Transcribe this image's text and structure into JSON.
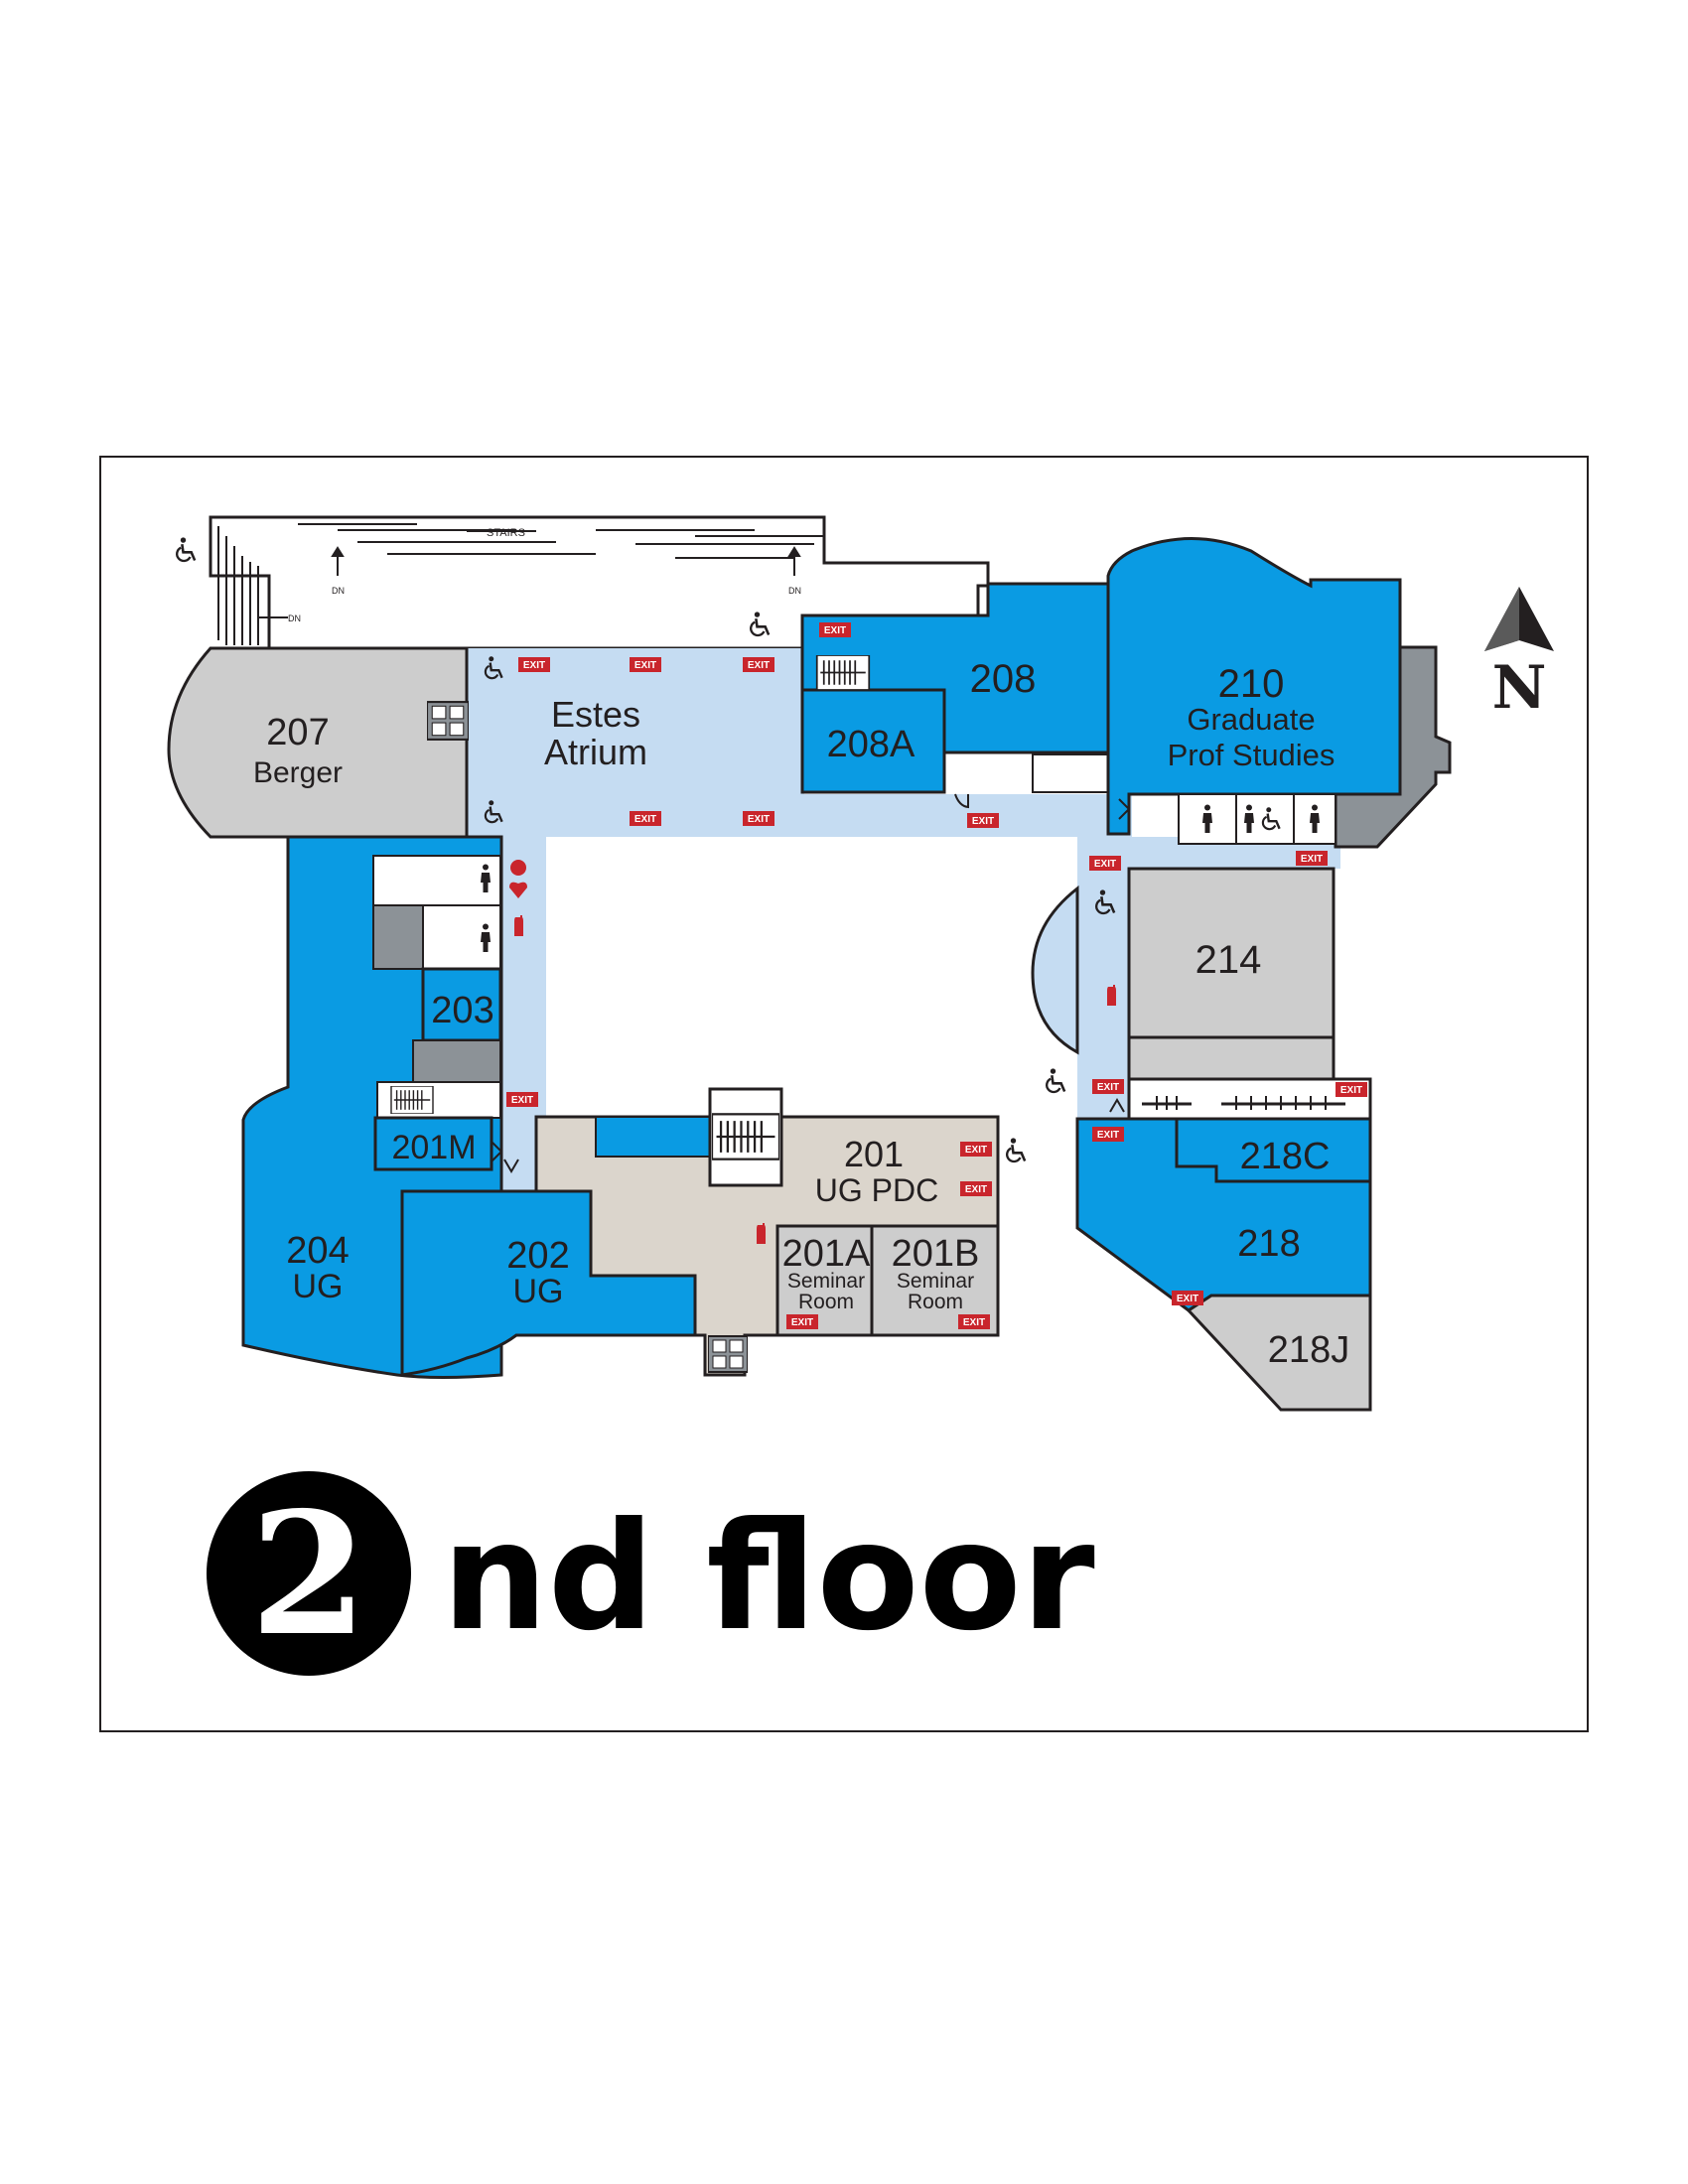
{
  "map": {
    "rooms": {
      "r207": {
        "number": "207",
        "name": "Berger"
      },
      "atrium": {
        "line1": "Estes",
        "line2": "Atrium"
      },
      "r208": {
        "number": "208"
      },
      "r208a": {
        "number": "208A"
      },
      "r210": {
        "number": "210",
        "line2": "Graduate",
        "line3": "Prof Studies"
      },
      "r214": {
        "number": "214"
      },
      "r203": {
        "number": "203"
      },
      "r201m": {
        "number": "201M"
      },
      "r204": {
        "number": "204",
        "name": "UG"
      },
      "r202": {
        "number": "202",
        "name": "UG"
      },
      "r201": {
        "number": "201",
        "name": "UG PDC"
      },
      "r201a": {
        "number": "201A",
        "line2": "Seminar",
        "line3": "Room"
      },
      "r201b": {
        "number": "201B",
        "line2": "Seminar",
        "line3": "Room"
      },
      "r218c": {
        "number": "218C"
      },
      "r218": {
        "number": "218"
      },
      "r218j": {
        "number": "218J"
      }
    },
    "stairs_label": "STAIRS",
    "down_label": "DN",
    "exit_label": "EXIT",
    "compass_letter": "N",
    "floor_number": "2",
    "floor_text": "nd floor",
    "icons": [
      "wheelchair-icon",
      "elevator-icon",
      "restroom-icon",
      "exit-sign",
      "fire-extinguisher-icon",
      "aed-icon",
      "stairs-icon",
      "north-arrow-icon"
    ],
    "colors": {
      "room_blue": "#0a9be3",
      "corridor_blue": "#c5dcf2",
      "room_gray": "#cdcdcd",
      "dark_gray": "#8c9297",
      "beige": "#dbd5cc",
      "exit_red": "#c9252c",
      "outline": "#231f20"
    }
  }
}
